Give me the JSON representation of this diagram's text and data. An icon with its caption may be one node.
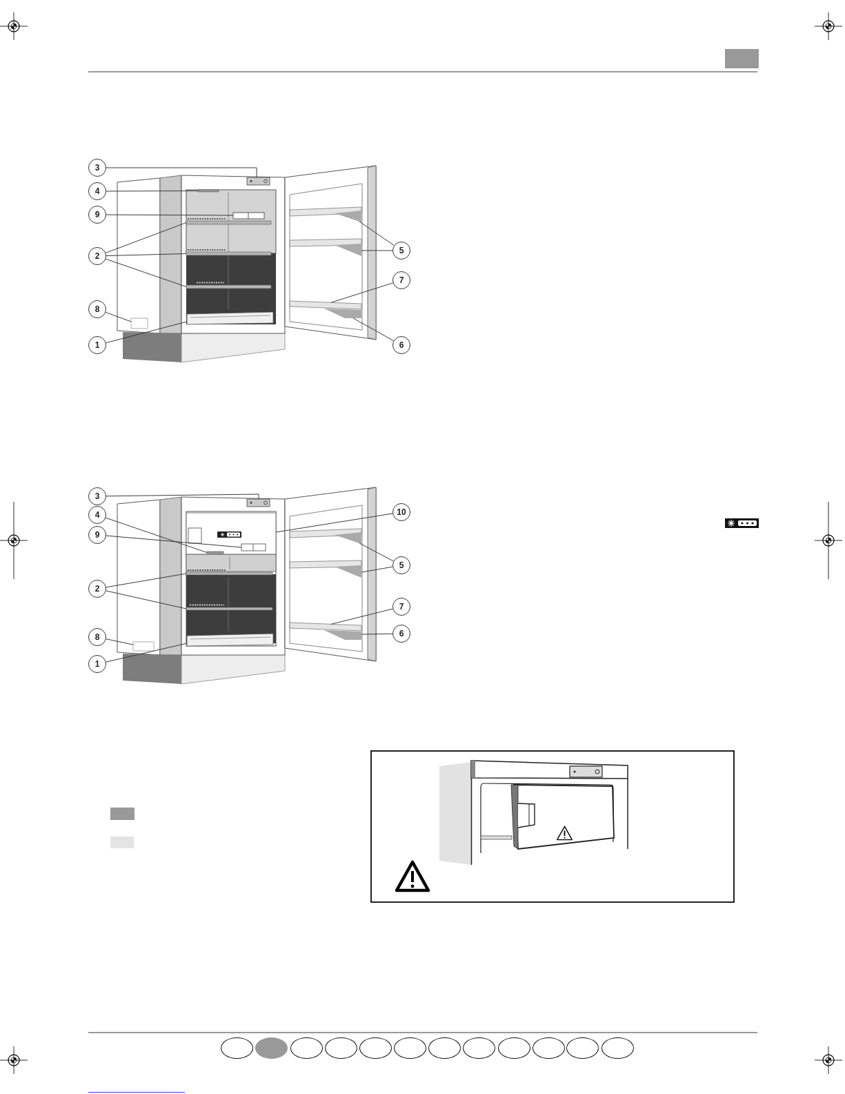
{
  "diagram": {
    "nodes": [
      {
        "text": [
          "3"
        ]
      },
      {
        "text": [
          "4"
        ]
      },
      {
        "text": [
          "9"
        ]
      },
      {
        "text": [
          "2"
        ]
      },
      {
        "text": [
          "8"
        ]
      },
      {
        "text": [
          "1"
        ]
      },
      {
        "text": [
          "5"
        ]
      },
      {
        "text": [
          "7"
        ]
      },
      {
        "text": [
          "6"
        ]
      },
      {
        "text": [],
        "shape": "picture"
      },
      {
        "text": [],
        "shape": "bar"
      },
      {
        "text": [],
        "shape": "picture"
      },
      {
        "text": [],
        "shape": "bar"
      },
      {
        "text": [],
        "shape": "bar"
      },
      {
        "text": [],
        "shape": "bar"
      },
      {
        "text": [],
        "shape": "box"
      },
      {
        "text": [],
        "shape": "picture"
      },
      {
        "text": [],
        "shape": "bar"
      },
      {
        "text": [],
        "shape": "bar"
      },
      {
        "text": [],
        "shape": "bar"
      },
      {
        "text": [],
        "shape": "picture"
      },
      {
        "text": [
          "3"
        ]
      },
      {
        "text": [
          "4"
        ]
      },
      {
        "text": [
          "9"
        ]
      },
      {
        "text": [
          "2"
        ]
      },
      {
        "text": [
          "8"
        ]
      },
      {
        "text": [
          "1"
        ]
      },
      {
        "text": [
          "10"
        ]
      },
      {
        "text": [
          "5"
        ]
      },
      {
        "text": [
          "7"
        ]
      },
      {
        "text": [
          "6"
        ]
      },
      {
        "text": [],
        "shape": "picture"
      },
      {
        "text": [],
        "shape": "picture"
      },
      {
        "text": [],
        "shape": "bar",
        "in": 32
      },
      {
        "text": [],
        "shape": "picture",
        "in": 32
      },
      {
        "text": [],
        "shape": "bar"
      },
      {
        "text": [],
        "shape": "bar"
      },
      {
        "text": [],
        "shape": "box"
      },
      {
        "text": [],
        "shape": "picture"
      },
      {
        "text": [],
        "shape": "bar"
      },
      {
        "text": [],
        "shape": "bar"
      },
      {
        "text": [],
        "shape": "bar"
      },
      {
        "text": [],
        "shape": "picture"
      }
    ],
    "edges": [
      {
        "from": 0,
        "to": 9,
        "arrow": "none"
      },
      {
        "from": 1,
        "to": 10,
        "arrow": "none"
      },
      {
        "from": 2,
        "to": 11,
        "arrow": "none"
      },
      {
        "from": 3,
        "to": 12,
        "arrow": "none"
      },
      {
        "from": 3,
        "to": 13,
        "arrow": "none"
      },
      {
        "from": 3,
        "to": 14,
        "arrow": "none"
      },
      {
        "from": 4,
        "to": 15,
        "arrow": "none"
      },
      {
        "from": 5,
        "to": 16,
        "arrow": "none"
      },
      {
        "from": 6,
        "to": 17,
        "arrow": "none"
      },
      {
        "from": 6,
        "to": 18,
        "arrow": "none"
      },
      {
        "from": 7,
        "to": 19,
        "arrow": "none"
      },
      {
        "from": 8,
        "to": 20,
        "arrow": "none"
      },
      {
        "from": 21,
        "to": 31,
        "arrow": "none"
      },
      {
        "from": 22,
        "to": 33,
        "arrow": "none"
      },
      {
        "from": 23,
        "to": 34,
        "arrow": "none"
      },
      {
        "from": 24,
        "to": 35,
        "arrow": "none"
      },
      {
        "from": 24,
        "to": 36,
        "arrow": "none"
      },
      {
        "from": 25,
        "to": 37,
        "arrow": "none"
      },
      {
        "from": 26,
        "to": 38,
        "arrow": "none"
      },
      {
        "from": 27,
        "to": 32,
        "arrow": "none"
      },
      {
        "from": 28,
        "to": 39,
        "arrow": "none"
      },
      {
        "from": 28,
        "to": 40,
        "arrow": "none"
      },
      {
        "from": 29,
        "to": 41,
        "arrow": "none"
      },
      {
        "from": 30,
        "to": 42,
        "arrow": "none"
      }
    ]
  }
}
